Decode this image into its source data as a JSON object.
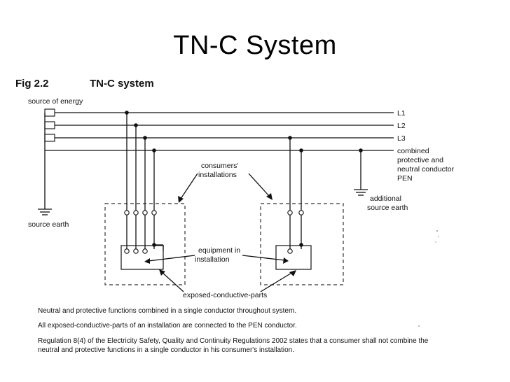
{
  "title": "TN-C  System",
  "figure": {
    "fig_number": "Fig 2.2",
    "fig_title": "TN-C system",
    "labels": {
      "source_of_energy": "source of energy",
      "l1": "L1",
      "l2": "L2",
      "l3": "L3",
      "pen_line1": "combined",
      "pen_line2": "protective and",
      "pen_line3": "neutral conductor",
      "pen_line4": "PEN",
      "consumers_line1": "consumers'",
      "consumers_line2": "installations",
      "additional_line1": "additional",
      "additional_line2": "source earth",
      "source_earth": "source earth",
      "equipment_line1": "equipment in",
      "equipment_line2": "installation",
      "exposed": "exposed-conductive-parts"
    }
  },
  "notes": {
    "line1": "Neutral and protective functions combined in a single conductor throughout system.",
    "line2": "All exposed-conductive-parts of an installation are connected to the PEN conductor.",
    "line3a": "Regulation 8(4) of the Electricity Safety, Quality and Continuity Regulations 2002 states that a consumer shall not combine the",
    "line3b": "neutral and protective functions in a single conductor in his consumer's installation."
  }
}
